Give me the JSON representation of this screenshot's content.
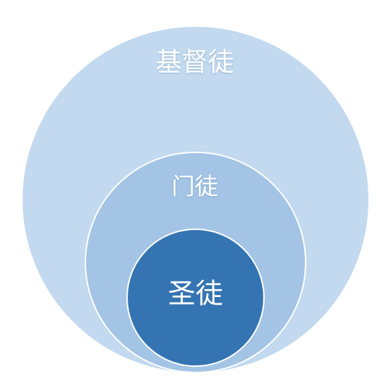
{
  "diagram": {
    "type": "nested-circles",
    "colors": {
      "outer_fill": "#C2D9EF",
      "middle_fill": "#A3C4E5",
      "inner_fill": "#3474B2",
      "ring_stroke": "#FFFFFF",
      "label_color": "#FFFFFF"
    },
    "circles": [
      {
        "label": "基督徒"
      },
      {
        "label": "门徒"
      },
      {
        "label": "圣徒"
      }
    ]
  }
}
